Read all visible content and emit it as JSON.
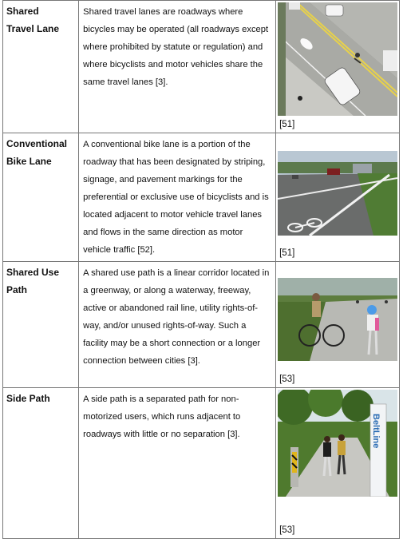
{
  "rows": [
    {
      "term_line1": "Shared",
      "term_line2": "Travel Lane",
      "description": "Shared travel lanes are roadways where bicycles may be operated (all roadways except where prohibited by statute or regulation) and where bicyclists and motor vehicles share the same travel lanes [3].",
      "photo_ref": "[51]"
    },
    {
      "term_line1": "Conventional",
      "term_line2": "Bike Lane",
      "description": "A conventional bike lane is a portion of the roadway that has been designated by striping, signage, and pavement markings for the preferential or exclusive use of bicyclists and is located adjacent to motor vehicle travel lanes and flows in the same direction as motor vehicle traffic [52].",
      "photo_ref": "[51]"
    },
    {
      "term_line1": "Shared Use",
      "term_line2": "Path",
      "description": "A shared use path is a linear corridor located in a greenway, or along a waterway, freeway, active or abandoned rail line, utility rights-of-way, and/or unused rights-of-way. Such a facility may be a short connection or a longer connection between cities [3].",
      "photo_ref": "[53]"
    },
    {
      "term_line1": "Side Path",
      "term_line2": "",
      "description": "A side path is a separated path for non-motorized users, which runs adjacent to roadways with little or no separation [3].",
      "photo_ref": "[53]",
      "sign_text": "BeltLine"
    }
  ]
}
